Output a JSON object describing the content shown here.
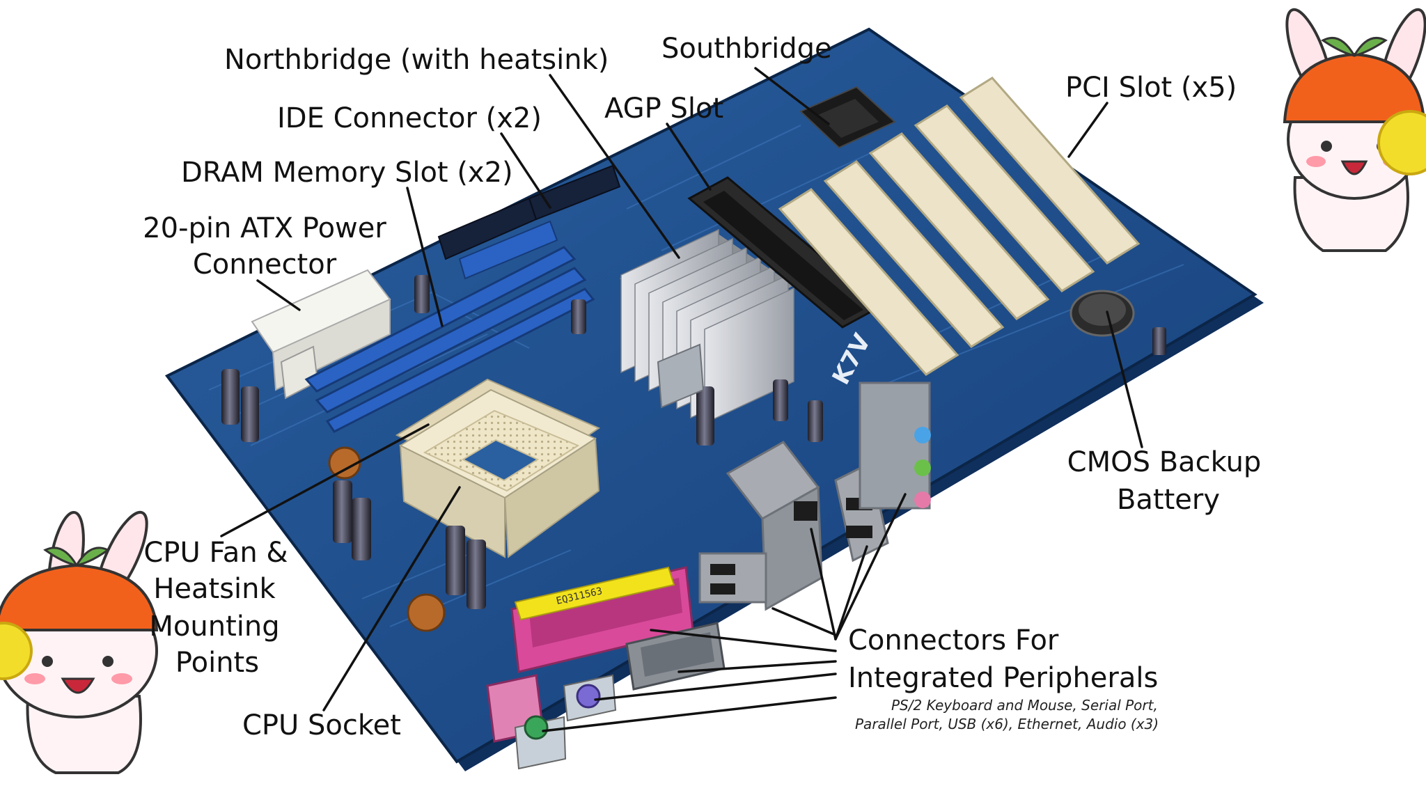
{
  "labels": {
    "northbridge": "Northbridge (with heatsink)",
    "southbridge": "Southbridge",
    "ide": "IDE Connector (x2)",
    "agp": "AGP Slot",
    "pci": "PCI Slot (x5)",
    "dram": "DRAM Memory Slot (x2)",
    "atx_line1": "20-pin ATX Power",
    "atx_line2": "Connector",
    "cmos_line1": "CMOS Backup",
    "cmos_line2": "Battery",
    "cpufan_line1": "CPU Fan &",
    "cpufan_line2": "Heatsink",
    "cpufan_line3": "Mounting",
    "cpufan_line4": "Points",
    "cpu_socket": "CPU Socket",
    "connectors_line1": "Connectors For",
    "connectors_line2": "Integrated Peripherals",
    "connectors_note_line1": "PS/2 Keyboard and Mouse, Serial Port,",
    "connectors_note_line2": "Parallel Port, USB (x6), Ethernet, Audio (x3)"
  },
  "board_markings": {
    "model": "K7V",
    "sticker": "EQ311563"
  },
  "colors": {
    "pcb": "#1d4f8c",
    "ram_slot": "#2a63c4",
    "pci_slot": "#ece3c8",
    "agp_slot": "#2a2a2a",
    "heatsink": "#b9bcc2",
    "parallel_port": "#d94a9a",
    "sticker": "#f2e21c",
    "mascot_hat": "#f2611c",
    "mascot_pompom": "#f2de2a"
  },
  "decorations": [
    "cheering-bunny-mascot-top-right",
    "cheering-bunny-mascot-bottom-left"
  ]
}
